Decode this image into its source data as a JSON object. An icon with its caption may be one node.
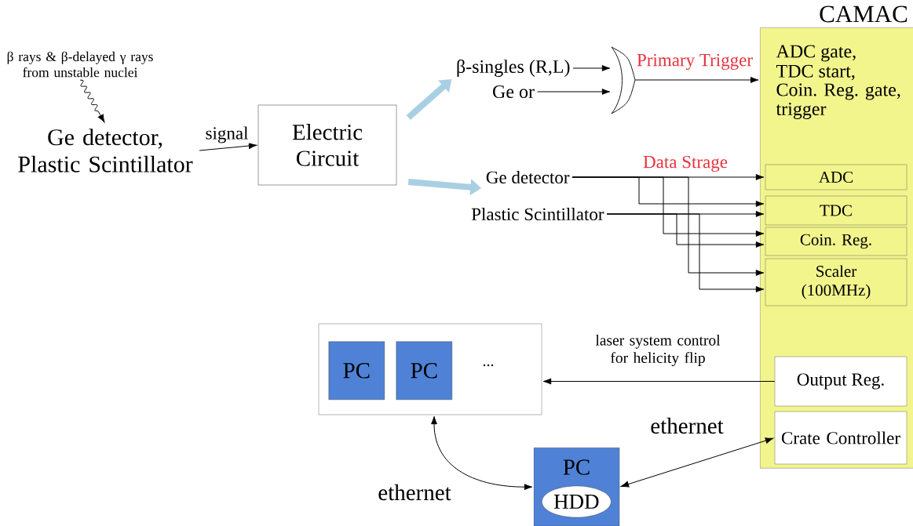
{
  "diagram": {
    "nodes": [
      {
        "text": [
          "β rays & β-delayed γ rays from unstable nuclei"
        ]
      },
      {
        "text": [
          "Ge detector, Plastic Scintillator"
        ]
      },
      {
        "text": [
          "Electric Circuit"
        ]
      },
      {
        "text": [
          "β-singles (R,L)"
        ]
      },
      {
        "text": [
          "Ge or"
        ]
      },
      {
        "text": [],
        "shape": "gate"
      },
      {
        "text": [
          "Ge detector"
        ]
      },
      {
        "text": [
          "Plastic Scintillator"
        ]
      },
      {
        "text": [
          "CAMAC",
          "ADC gate,",
          "TDC start,",
          "Coin. Reg. gate,",
          "trigger"
        ]
      },
      {
        "text": [
          "ADC"
        ],
        "in": 8
      },
      {
        "text": [
          "TDC"
        ],
        "in": 8
      },
      {
        "text": [
          "Coin. Reg."
        ],
        "in": 8
      },
      {
        "text": [
          "Scaler (100MHz)"
        ],
        "in": 8
      },
      {
        "text": [
          "Output Reg."
        ],
        "in": 8
      },
      {
        "text": [
          "Crate Controller"
        ],
        "in": 8
      },
      {
        "text": [],
        "shape": "box"
      },
      {
        "text": [
          "PC"
        ],
        "in": 15
      },
      {
        "text": [
          "PC"
        ],
        "in": 15
      },
      {
        "text": [
          "PC"
        ]
      },
      {
        "text": [
          "HDD"
        ],
        "in": 18
      }
    ],
    "edges": [
      {
        "from": 0,
        "to": 1,
        "arrow": "to"
      },
      {
        "from": 1,
        "to": 2,
        "arrow": "to",
        "label": "signal"
      },
      {
        "from": 2,
        "to": 3,
        "arrow": "to",
        "style": "thick",
        "color": "#a9cfe3"
      },
      {
        "from": 2,
        "to": 6,
        "arrow": "to",
        "style": "thick",
        "color": "#a9cfe3"
      },
      {
        "from": 3,
        "to": 5,
        "arrow": "to"
      },
      {
        "from": 4,
        "to": 5,
        "arrow": "to"
      },
      {
        "from": 5,
        "to": 8,
        "arrow": "to",
        "label": "Primary Trigger"
      },
      {
        "from": 6,
        "to": 9,
        "arrow": "to",
        "label": "Data Strage"
      },
      {
        "from": 6,
        "to": 10,
        "arrow": "to"
      },
      {
        "from": 6,
        "to": 11,
        "arrow": "to"
      },
      {
        "from": 6,
        "to": 12,
        "arrow": "to"
      },
      {
        "from": 7,
        "to": 10,
        "arrow": "to"
      },
      {
        "from": 7,
        "to": 11,
        "arrow": "to"
      },
      {
        "from": 7,
        "to": 12,
        "arrow": "to"
      },
      {
        "from": 13,
        "to": 15,
        "arrow": "to",
        "label": "laser system control for helicity flip"
      },
      {
        "from": 15,
        "to": 18,
        "arrow": "both",
        "label": "ethernet"
      },
      {
        "from": 14,
        "to": 18,
        "arrow": "both",
        "label": "ethernet"
      }
    ],
    "labels": [
      "..."
    ]
  }
}
